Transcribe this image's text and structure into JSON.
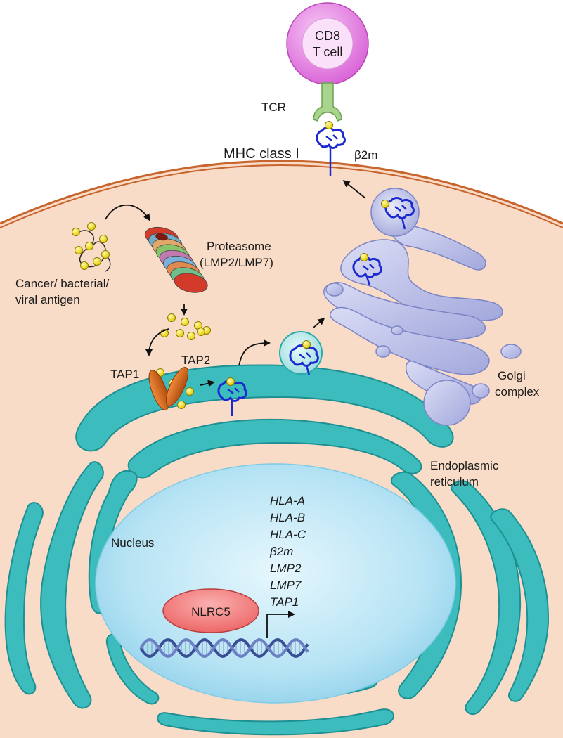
{
  "labels": {
    "tcell_line1": "CD8",
    "tcell_line2": "T cell",
    "tcr": "TCR",
    "mhc": "MHC class I",
    "b2m": "β2m",
    "proteasome_line1": "Proteasome",
    "proteasome_line2": "(LMP2/LMP7)",
    "antigen_line1": "Cancer/ bacterial/",
    "antigen_line2": "viral antigen",
    "tap1": "TAP1",
    "tap2": "TAP2",
    "golgi_line1": "Golgi",
    "golgi_line2": "complex",
    "er_line1": "Endoplasmic",
    "er_line2": "reticulum",
    "nucleus": "Nucleus",
    "nlrc5": "NLRC5"
  },
  "genes": [
    "HLA-A",
    "HLA-B",
    "HLA-C",
    "β2m",
    "LMP2",
    "LMP7",
    "TAP1"
  ],
  "colors": {
    "cytoplasm": "#f8dcc8",
    "membrane": "#c8642d",
    "er": "#3cbcbc",
    "nucleus": "#bfe8f5",
    "golgi": "#b8bde6",
    "peptide": "#f2e21c",
    "mhc": "#1a2ad0",
    "tcell": "#e27ee0",
    "tcr": "#a8d48e",
    "tap": "#d0641a",
    "nlrc5": "#f07a7a"
  }
}
